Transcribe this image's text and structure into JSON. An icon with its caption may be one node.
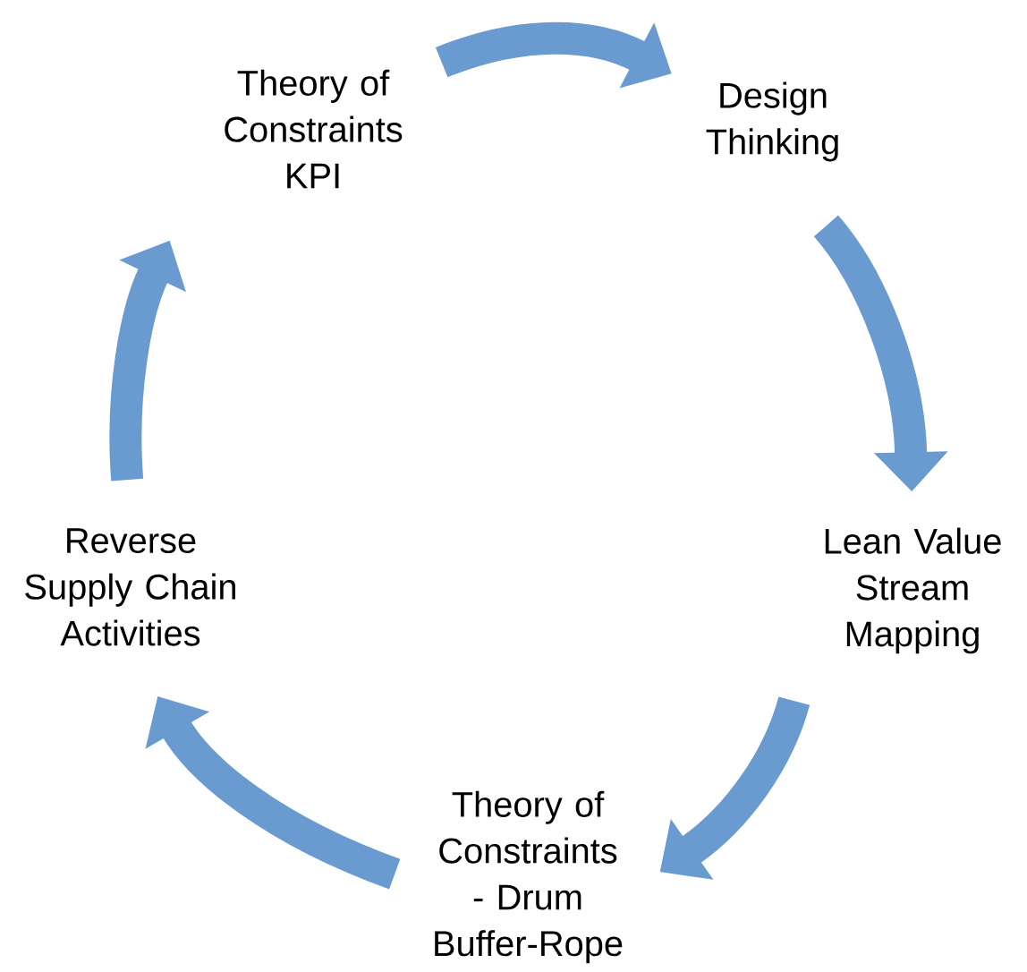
{
  "diagram": {
    "nodes": [
      {
        "text": [
          "Theory of Constraints KPI"
        ]
      },
      {
        "text": [
          "Design Thinking"
        ]
      },
      {
        "text": [
          "Lean Value Stream Mapping"
        ]
      },
      {
        "text": [
          "Theory of Constraints - Drum Buffer-Rope"
        ]
      },
      {
        "text": [
          "Reverse Supply Chain Activities"
        ]
      }
    ],
    "edges": [
      {
        "from": 0,
        "to": 1,
        "arrow": "to"
      },
      {
        "from": 1,
        "to": 2,
        "arrow": "to"
      },
      {
        "from": 2,
        "to": 3,
        "arrow": "to"
      },
      {
        "from": 3,
        "to": 4,
        "arrow": "to"
      },
      {
        "from": 4,
        "to": 0,
        "arrow": "to"
      }
    ]
  }
}
